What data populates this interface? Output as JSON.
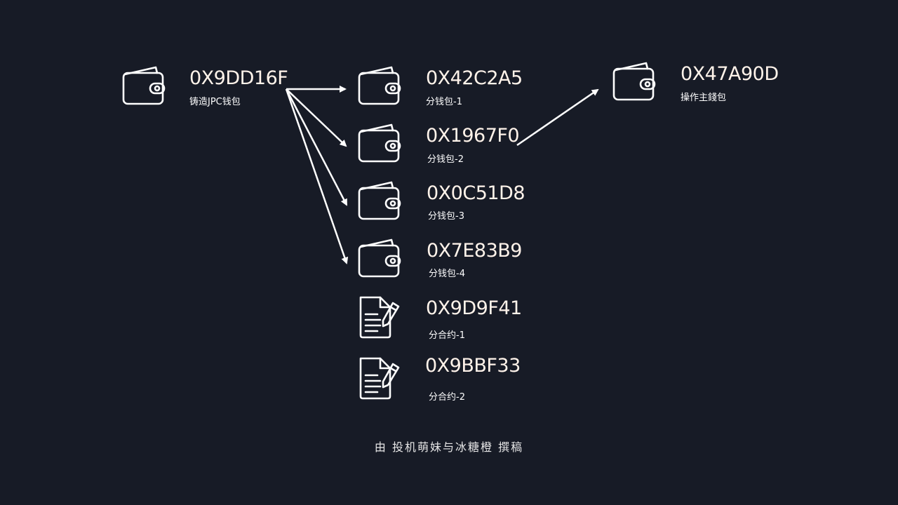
{
  "source": {
    "address": "0X9DD16F",
    "label": "铸造JPC钱包",
    "icon": "wallet-icon"
  },
  "children": [
    {
      "address": "0X42C2A5",
      "label": "分钱包-1",
      "icon": "wallet-icon"
    },
    {
      "address": "0X1967F0",
      "label": "分钱包-2",
      "icon": "wallet-icon"
    },
    {
      "address": "0X0C51D8",
      "label": "分钱包-3",
      "icon": "wallet-icon"
    },
    {
      "address": "0X7E83B9",
      "label": "分钱包-4",
      "icon": "wallet-icon"
    },
    {
      "address": "0X9D9F41",
      "label": "分合约-1",
      "icon": "contract-icon"
    },
    {
      "address": "0X9BBF33",
      "label": "分合约-2",
      "icon": "contract-icon"
    }
  ],
  "target": {
    "address": "0X47A90D",
    "label": "操作主錢包",
    "icon": "wallet-icon"
  },
  "credit": "由 投机萌妹与冰糖橙 撰稿",
  "colors": {
    "background": "#171b26",
    "stroke": "#ffffff",
    "address_text": "#fff3ea"
  }
}
